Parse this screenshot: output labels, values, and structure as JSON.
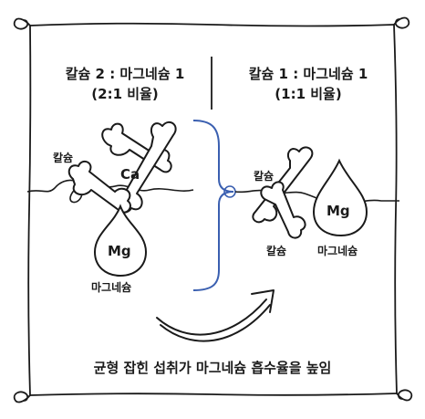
{
  "left_panel": {
    "title_line1": "칼슘 2 : 마그네슘 1",
    "title_line2": "(2:1 비율)",
    "calcium_label": "칼슘",
    "calcium_symbol": "Ca",
    "magnesium_symbol": "Mg",
    "magnesium_label": "마그네슘"
  },
  "right_panel": {
    "title_line1": "칼슘 1 : 마그네슘 1",
    "title_line2": "(1:1 비율)",
    "calcium_label_top": "칼슘",
    "calcium_label_bottom": "칼슘",
    "magnesium_symbol": "Mg",
    "magnesium_label": "마그네슘"
  },
  "footer": {
    "caption": "균형 잡힌 섭취가 마그네슘 흡수율을 높임"
  },
  "colors": {
    "ink": "#1a1a1a",
    "bracket": "#3a5fb0",
    "background": "#ffffff"
  }
}
